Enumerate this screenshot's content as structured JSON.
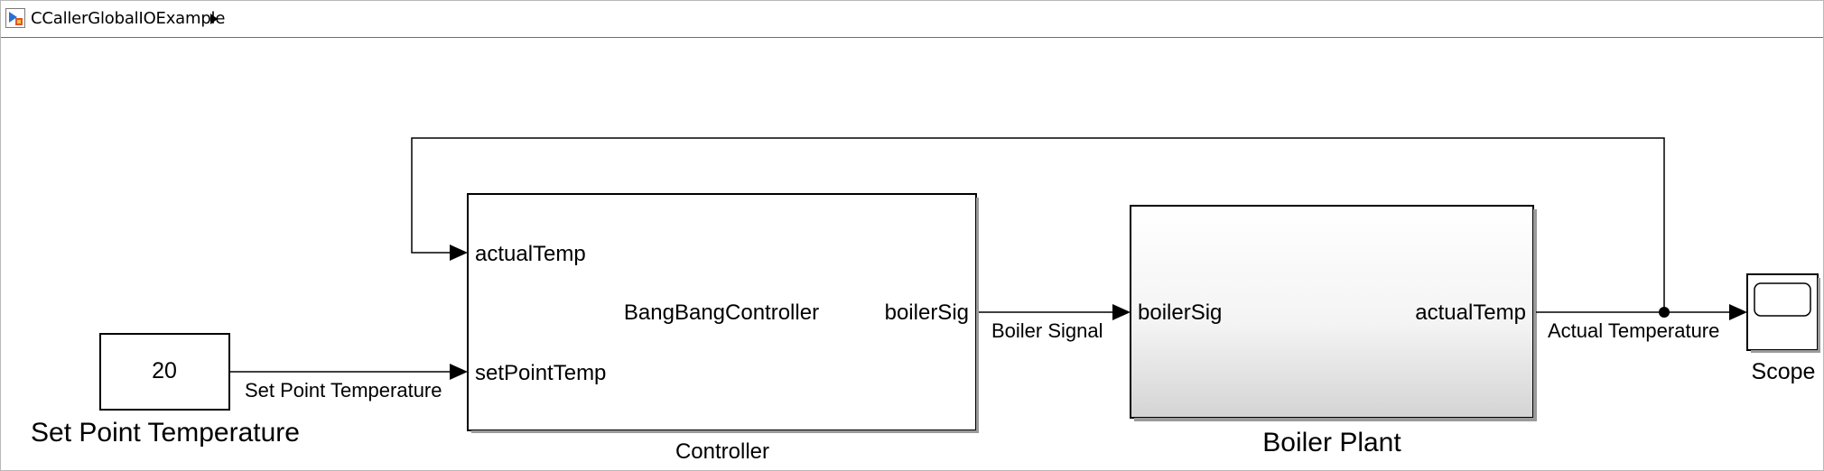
{
  "breadcrumb": {
    "model_name": "CCallerGlobalIOExample"
  },
  "diagram": {
    "constant_block": {
      "value": "20",
      "name": "Set Point Temperature"
    },
    "controller": {
      "name": "Controller",
      "function_name": "BangBangController",
      "inputs": [
        "actualTemp",
        "setPointTemp"
      ],
      "output": "boilerSig"
    },
    "boiler_plant": {
      "name": "Boiler Plant",
      "input": "boilerSig",
      "output": "actualTemp"
    },
    "scope": {
      "name": "Scope"
    },
    "signals": {
      "set_point": "Set Point Temperature",
      "boiler_signal": "Boiler Signal",
      "actual_temperature": "Actual Temperature"
    }
  }
}
